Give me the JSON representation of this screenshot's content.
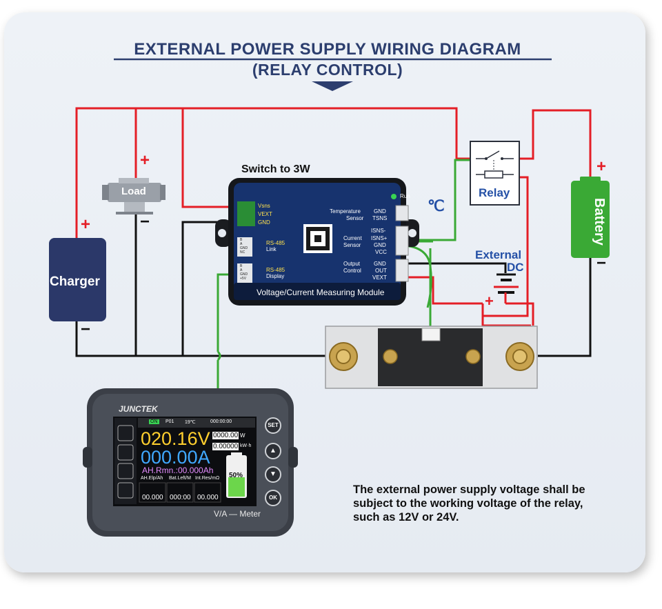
{
  "title": {
    "line1": "EXTERNAL POWER SUPPLY WIRING DIAGRAM",
    "line2": "(RELAY CONTROL)"
  },
  "components": {
    "load": "Load",
    "charger": "Charger",
    "battery": "Battery",
    "relay": "Relay",
    "external_dc": "External",
    "external_dc_2": "DC",
    "switch_note": "Switch to 3W",
    "temperature_symbol": "℃",
    "plus": "+",
    "minus": "−"
  },
  "module": {
    "name": "Voltage/Current Measuring Module",
    "run": "Run",
    "left_pins": [
      "Vsns",
      "VEXT",
      "GND"
    ],
    "rs485_link": "RS-485",
    "rs485_link_2": "Link",
    "rs485_display": "RS-485",
    "rs485_display_2": "Display",
    "link_pins": [
      "B",
      "A",
      "GND",
      "NC"
    ],
    "display_pins": [
      "B",
      "A",
      "GND",
      "+5V"
    ],
    "temp_label": "Temperature",
    "temp_label_2": "Sensor",
    "current_label": "Current",
    "current_label_2": "Sensor",
    "output_label": "Output",
    "output_label_2": "Control",
    "right_pins": [
      "GND",
      "TSNS",
      "ISNS-",
      "ISNS+",
      "GND",
      "VCC",
      "GND",
      "OUT",
      "VEXT"
    ]
  },
  "meter": {
    "brand": "JUNCTEK",
    "model_label": "V/A — Meter",
    "status_on": "ON",
    "status_p": "P01",
    "status_temp": "19℃",
    "status_time": "000:00:00",
    "voltage": "020.16V",
    "current": "000.00A",
    "power": "0000.00",
    "power_unit": "W",
    "energy": "0.00000",
    "energy_unit": "kW·h",
    "remaining": "AH.Rmn.:00.000Ah",
    "battery_pct": "50%",
    "col1_label": "AH.Elp/Ah",
    "col2_label": "Bat.Left/M",
    "col3_label": "Int.Res/mΩ",
    "col1_value": "00.000",
    "col2_value": "000:00",
    "col3_value": "00.000",
    "buttons": [
      "SET",
      "▲",
      "▼",
      "OK"
    ]
  },
  "note": "The external power supply voltage shall be subject to the working voltage of the relay, such as 12V or 24V.",
  "colors": {
    "red_wire": "#e41e26",
    "black_wire": "#111111",
    "green_wire": "#3aa935",
    "charger": "#2b3869",
    "battery": "#3aa935",
    "title": "#2c3e6e",
    "blue_label": "#2450a6"
  }
}
